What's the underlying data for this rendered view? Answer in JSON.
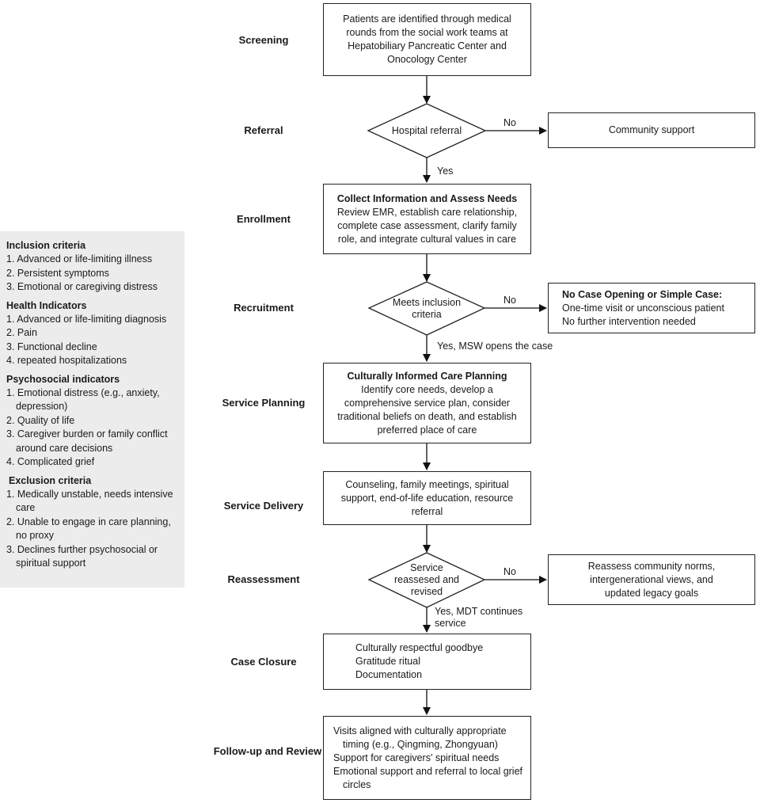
{
  "stages": [
    {
      "id": "screening",
      "label": "Screening"
    },
    {
      "id": "referral",
      "label": "Referral"
    },
    {
      "id": "enrollment",
      "label": "Enrollment"
    },
    {
      "id": "recruitment",
      "label": "Recruitment"
    },
    {
      "id": "service-planning",
      "label": "Service Planning"
    },
    {
      "id": "service-delivery",
      "label": "Service Delivery"
    },
    {
      "id": "reassessment",
      "label": "Reassessment"
    },
    {
      "id": "case-closure",
      "label": "Case Closure"
    },
    {
      "id": "follow-up",
      "label": "Follow-up and Review"
    }
  ],
  "nodes": {
    "screening_box": "Patients are identified through medical rounds from the social work teams at Hepatobiliary Pancreatic Center and Onocology Center",
    "referral_decision": "Hospital referral",
    "community_support": "Community support",
    "enrollment_title": "Collect Information and Assess Needs",
    "enrollment_body": "Review EMR, establish care relationship, complete case assessment, clarify family role, and integrate cultural values in care",
    "recruitment_decision": "Meets inclusion criteria",
    "no_case_title": "No Case Opening or Simple Case:",
    "no_case_lines": [
      "One-time visit or unconscious patient",
      "No further intervention needed"
    ],
    "planning_title": "Culturally Informed Care Planning",
    "planning_body": "Identify core needs, develop a comprehensive service plan, consider traditional beliefs on death, and establish preferred place of care",
    "delivery_body": "Counseling, family meetings, spiritual support, end-of-life education, resource referral",
    "reassess_decision": "Service reassesed and revised",
    "reassess_no_box": "Reassess community norms, intergenerational views, and updated legacy goals",
    "closure_lines": [
      "Culturally respectful goodbye",
      "Gratitude ritual",
      "Documentation"
    ],
    "followup_lines": [
      "Visits aligned with culturally appropriate timing (e.g., Qingming, Zhongyuan)",
      "Support for caregivers' spiritual needs",
      "Emotional support and referral to local grief circles"
    ]
  },
  "edges": {
    "referral_no": "No",
    "referral_yes": "Yes",
    "recruitment_no": "No",
    "recruitment_yes": "Yes, MSW opens the case",
    "reassess_no": "No",
    "reassess_yes": "Yes, MDT continues service"
  },
  "criteria": {
    "sections": [
      {
        "title": "Inclusion criteria",
        "items": [
          "1. Advanced or life-limiting illness",
          "2. Persistent symptoms",
          "3. Emotional or caregiving distress"
        ]
      },
      {
        "title": "Health Indicators",
        "items": [
          "1. Advanced or life-limiting diagnosis",
          "2. Pain",
          "3. Functional decline",
          "4. repeated hospitalizations"
        ]
      },
      {
        "title": "Psychosocial indicators",
        "items": [
          "1. Emotional distress (e.g., anxiety, depression)",
          "2. Quality of life",
          "3. Caregiver burden or family conflict around care decisions",
          "4. Complicated grief"
        ]
      },
      {
        "title": "Exclusion criteria",
        "items": [
          "1. Medically unstable, needs intensive care",
          "2. Unable to engage in care planning, no proxy",
          "3. Declines further psychosocial or spiritual support"
        ]
      }
    ]
  }
}
